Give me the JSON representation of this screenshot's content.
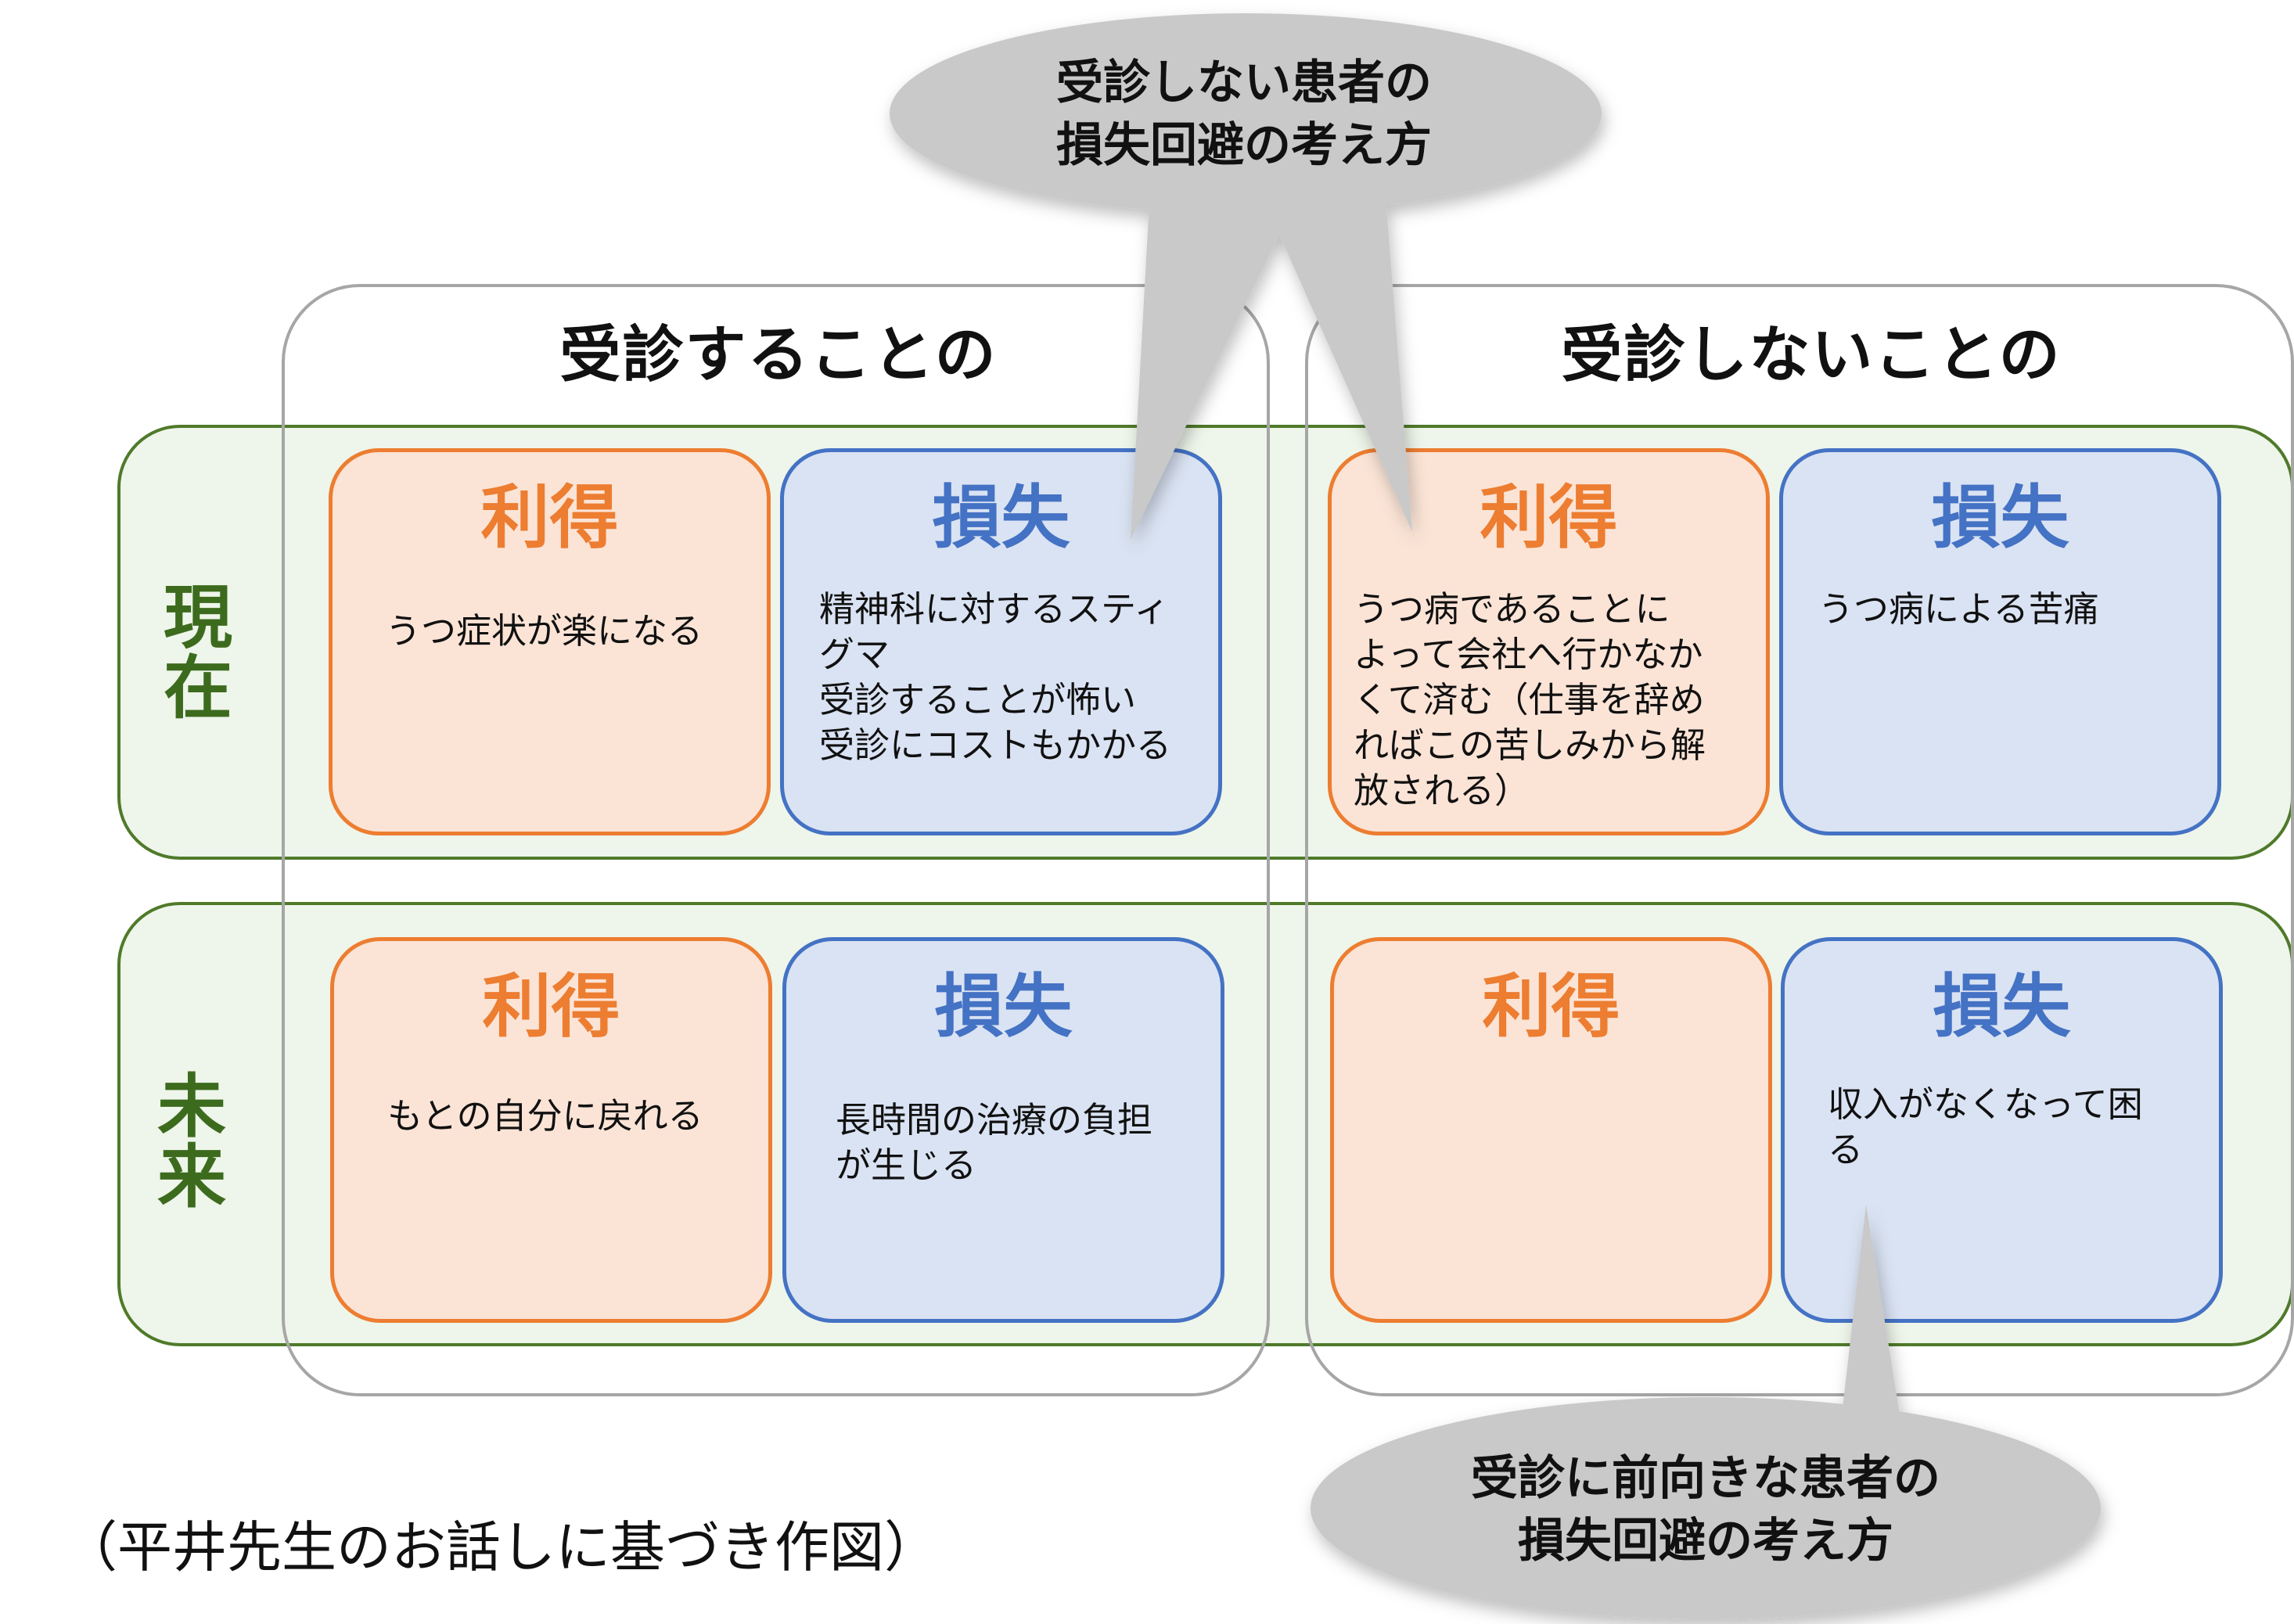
{
  "columns": [
    {
      "title": "受診することの"
    },
    {
      "title": "受診しないことの"
    }
  ],
  "rows": [
    {
      "label": "現\n在"
    },
    {
      "label": "未\n来"
    }
  ],
  "cards": {
    "now_visit_benefit": {
      "head": "利得",
      "body": "うつ症状が楽になる"
    },
    "now_visit_loss": {
      "head": "損失",
      "body": "精神科に対するスティ\nグマ\n受診することが怖い\n受診にコストもかかる"
    },
    "now_novisit_benefit": {
      "head": "利得",
      "body": "うつ病であることに\nよって会社へ行かなか\nくて済む（仕事を辞め\nればこの苦しみから解\n放される）"
    },
    "now_novisit_loss": {
      "head": "損失",
      "body": "うつ病による苦痛"
    },
    "fut_visit_benefit": {
      "head": "利得",
      "body": "もとの自分に戻れる"
    },
    "fut_visit_loss": {
      "head": "損失",
      "body": "長時間の治療の負担\nが生じる"
    },
    "fut_novisit_benefit": {
      "head": "利得",
      "body": ""
    },
    "fut_novisit_loss": {
      "head": "損失",
      "body": "収入がなくなって困\nる"
    }
  },
  "callouts": {
    "top": {
      "text": "受診しない患者の\n損失回避の考え方"
    },
    "bottom": {
      "text": "受診に前向きな患者の\n損失回避の考え方"
    }
  },
  "source_note": "（平井先生のお話しに基づき作図）",
  "colors": {
    "benefit_fill": "#fbe4d6",
    "benefit_stroke": "#ed7d31",
    "loss_fill": "#dae3f3",
    "loss_stroke": "#4472c4",
    "row_stroke": "#4f7a2a",
    "row_fill": "#eef5ea",
    "group_stroke": "#a6a6a6",
    "bubble_fill": "#c9c9c9"
  }
}
